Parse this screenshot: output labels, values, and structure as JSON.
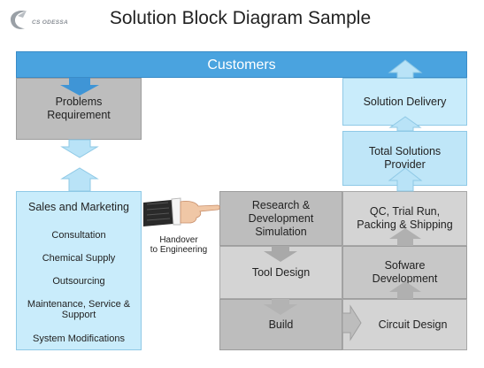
{
  "logo": {
    "text": "CS ODESSA"
  },
  "title": "Solution Block Diagram Sample",
  "nodes": {
    "customers": "Customers",
    "problems": "Problems\nRequirement",
    "sales_marketing": "Sales and Marketing",
    "sales_items": [
      "Consultation",
      "Chemical Supply",
      "Outsourcing",
      "Maintenance, Service &\nSupport",
      "System Modifications"
    ],
    "handover": "Handover\nto Engineering",
    "research": "Research &\nDevelopment\nSimulation",
    "tool_design": "Tool Design",
    "build": "Build",
    "circuit_design": "Circuit Design",
    "software_dev": "Sofware\nDevelopment",
    "qc": "QC, Trial Run,\nPacking & Shipping",
    "total_solutions": "Total Solutions\nProvider",
    "solution_delivery": "Solution Delivery"
  },
  "colors": {
    "customers_bar": "#4aa3df",
    "light_blue_box": "#c9ecfb",
    "gray_box": "#bdbdbd",
    "arrow_blue": "#b9e3f7",
    "arrow_gray": "#a9a9a9"
  }
}
